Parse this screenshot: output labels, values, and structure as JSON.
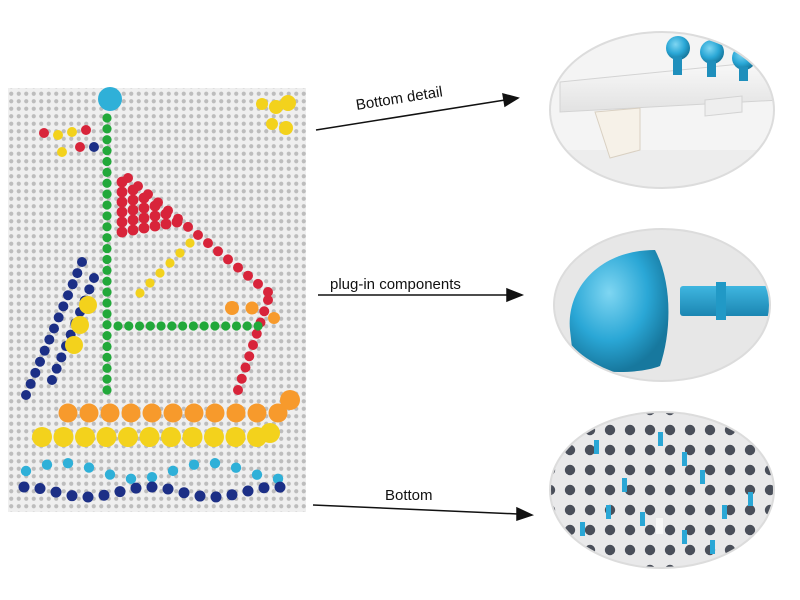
{
  "callouts": [
    {
      "label": "Bottom detail"
    },
    {
      "label": "plug-in components"
    },
    {
      "label": "Bottom"
    }
  ],
  "colors": {
    "background": "#ffffff",
    "board": "#efefef",
    "hole": "#bdbdbd",
    "green": "#22a83a",
    "red": "#d8243a",
    "yellow": "#f3d21c",
    "orange": "#f79a2c",
    "blue_light": "#2fb0d8",
    "navy": "#1c2f86",
    "peg_blue": "#2aa7d6"
  }
}
